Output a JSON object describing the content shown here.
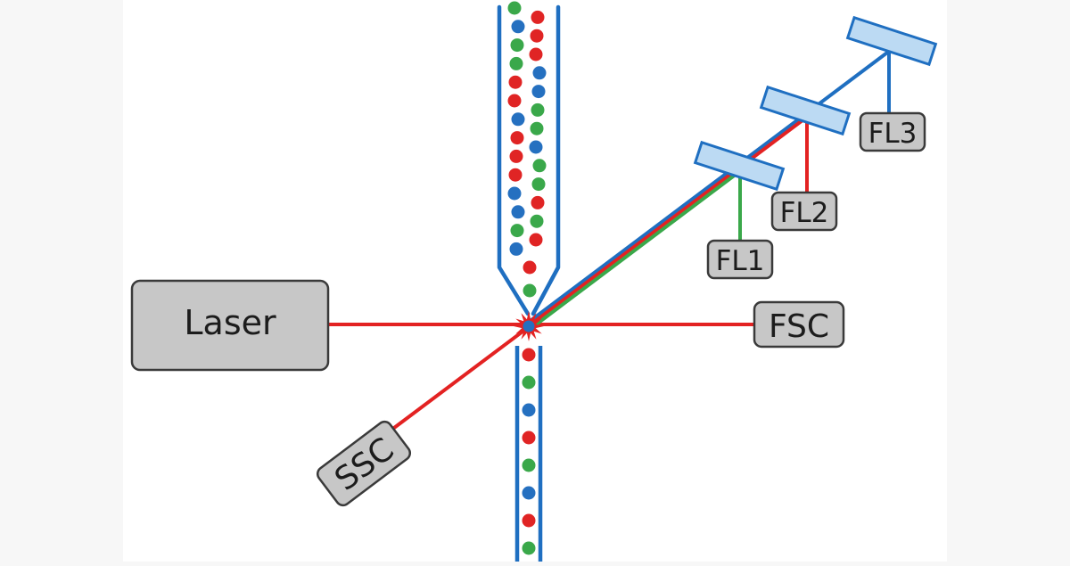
{
  "labels": {
    "laser": "Laser",
    "fsc": "FSC",
    "ssc": "SSC",
    "fl1": "FL1",
    "fl2": "FL2",
    "fl3": "FL3"
  },
  "colors": {
    "background": "#ffffff",
    "page_side": "#f7f7f7",
    "laser_beam": "#e32222",
    "blue_beam": "#1f6fc1",
    "green_beam": "#3aa84a",
    "tube_wall": "#1f6fc1",
    "mirror_fill": "#bcdaf3",
    "mirror_stroke": "#1f6fc1",
    "box_fill": "#c7c7c7",
    "box_stroke": "#3a3a3a",
    "particle_red": "#e02424",
    "particle_green": "#3aa84a",
    "particle_blue": "#2570c0",
    "flash": "#e32222"
  },
  "particles_upper": [
    "green",
    "red",
    "blue",
    "red",
    "green",
    "red",
    "green",
    "blue",
    "red",
    "blue",
    "red",
    "green",
    "blue",
    "green",
    "red",
    "blue",
    "red",
    "green",
    "red",
    "green",
    "blue",
    "red",
    "blue",
    "green",
    "green",
    "red",
    "blue",
    "red",
    "green"
  ],
  "particles_lower": [
    "red",
    "green",
    "blue",
    "red",
    "green",
    "blue",
    "red",
    "green"
  ]
}
